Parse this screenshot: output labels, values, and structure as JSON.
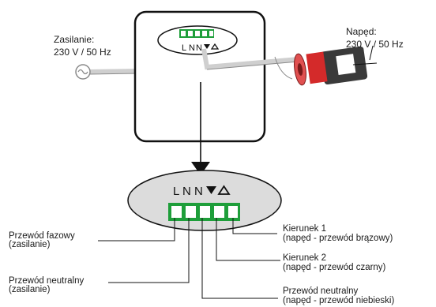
{
  "supply": {
    "title": "Zasilanie:",
    "value": "230 V / 50 Hz"
  },
  "drive": {
    "title": "Napęd:",
    "value": "230 V / 50 Hz"
  },
  "terminal_block": {
    "terminal_count": 5,
    "marks": [
      "L",
      "N",
      "N",
      "▼",
      "▲"
    ],
    "color": "#1e9e3a"
  },
  "wire_labels": {
    "phase": {
      "line1": "Przewód fazowy",
      "line2": "(zasilanie)"
    },
    "neutral_supply": {
      "line1": "Przewód neutralny",
      "line2": "(zasilanie)"
    },
    "direction1": {
      "line1": "Kierunek 1",
      "line2": "(napęd - przewód brązowy)"
    },
    "direction2": {
      "line1": "Kierunek 2",
      "line2": "(napęd - przewód czarny)"
    },
    "neutral_drive": {
      "line1": "Przewód neutralny",
      "line2": "(napęd - przewód niebieski)"
    }
  },
  "colors": {
    "ellipse_fill": "#dcdcdc",
    "cable_fill": "#cfcfcf",
    "motor_red": "#d42a2a",
    "motor_body": "#3a3a3a"
  }
}
